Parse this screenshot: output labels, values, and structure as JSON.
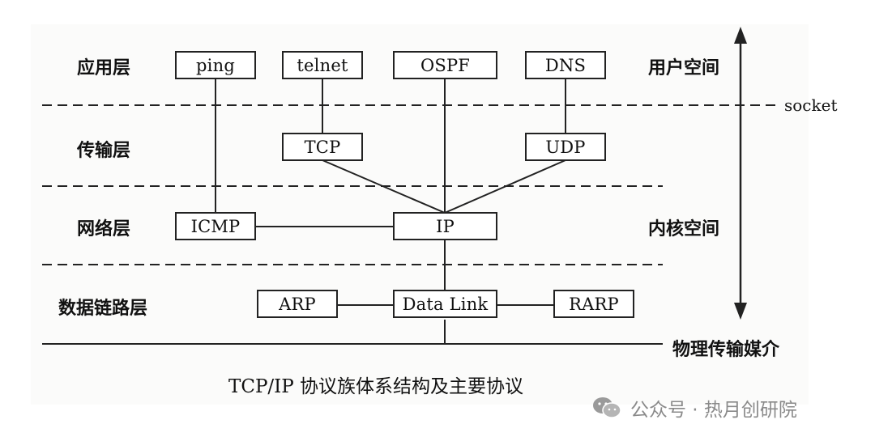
{
  "layers": {
    "application": "应用层",
    "transport": "传输层",
    "network": "网络层",
    "datalink": "数据链路层"
  },
  "spaces": {
    "user": "用户空间",
    "kernel": "内核空间",
    "socket": "socket",
    "medium": "物理传输媒介"
  },
  "protocols": {
    "ping": "ping",
    "telnet": "telnet",
    "ospf": "OSPF",
    "dns": "DNS",
    "tcp": "TCP",
    "udp": "UDP",
    "icmp": "ICMP",
    "ip": "IP",
    "arp": "ARP",
    "datalink": "Data Link",
    "rarp": "RARP"
  },
  "caption": "TCP/IP 协议族体系结构及主要协议",
  "watermark": {
    "text": "公众号 · 热月创研院",
    "icon": "wechat-icon"
  }
}
